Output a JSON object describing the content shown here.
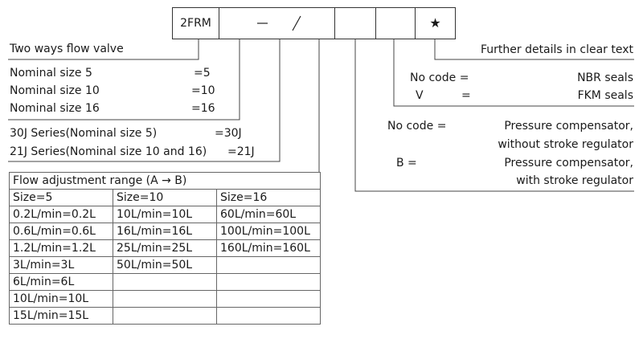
{
  "code_boxes": {
    "type_code": "2FRM",
    "separator_dash": "–",
    "separator_slash": "/",
    "star": "★"
  },
  "title_row": {
    "label": "Two ways flow valve"
  },
  "nominal_sizes": [
    {
      "label": "Nominal size 5",
      "code": "=5"
    },
    {
      "label": "Nominal size 10",
      "code": "=10"
    },
    {
      "label": "Nominal size 16",
      "code": "=16"
    }
  ],
  "series": [
    {
      "label": "30J Series(Nominal size 5)",
      "code": "=30J"
    },
    {
      "label": "21J Series(Nominal size 10 and 16)",
      "code": "=21J"
    }
  ],
  "further_details": "Further details in clear text",
  "seals": [
    {
      "code": "No code =",
      "desc": "NBR seals"
    },
    {
      "code": "V",
      "eq": "=",
      "desc": "FKM seals"
    }
  ],
  "compensator": [
    {
      "code": "No code =",
      "desc_line1": "Pressure compensator,",
      "desc_line2": "without stroke regulator"
    },
    {
      "code": "B =",
      "desc_line1": "Pressure compensator,",
      "desc_line2": "with stroke regulator"
    }
  ],
  "flow_table": {
    "title": "Flow adjustment range (A → B)",
    "headers": [
      "Size=5",
      "Size=10",
      "Size=16"
    ],
    "rows": [
      [
        "0.2L/min=0.2L",
        "10L/min=10L",
        "60L/min=60L"
      ],
      [
        "0.6L/min=0.6L",
        "16L/min=16L",
        "100L/min=100L"
      ],
      [
        "1.2L/min=1.2L",
        "25L/min=25L",
        "160L/min=160L"
      ],
      [
        "3L/min=3L",
        "50L/min=50L",
        ""
      ],
      [
        "6L/min=6L",
        "",
        ""
      ],
      [
        "10L/min=10L",
        "",
        ""
      ],
      [
        "15L/min=15L",
        "",
        ""
      ]
    ]
  }
}
